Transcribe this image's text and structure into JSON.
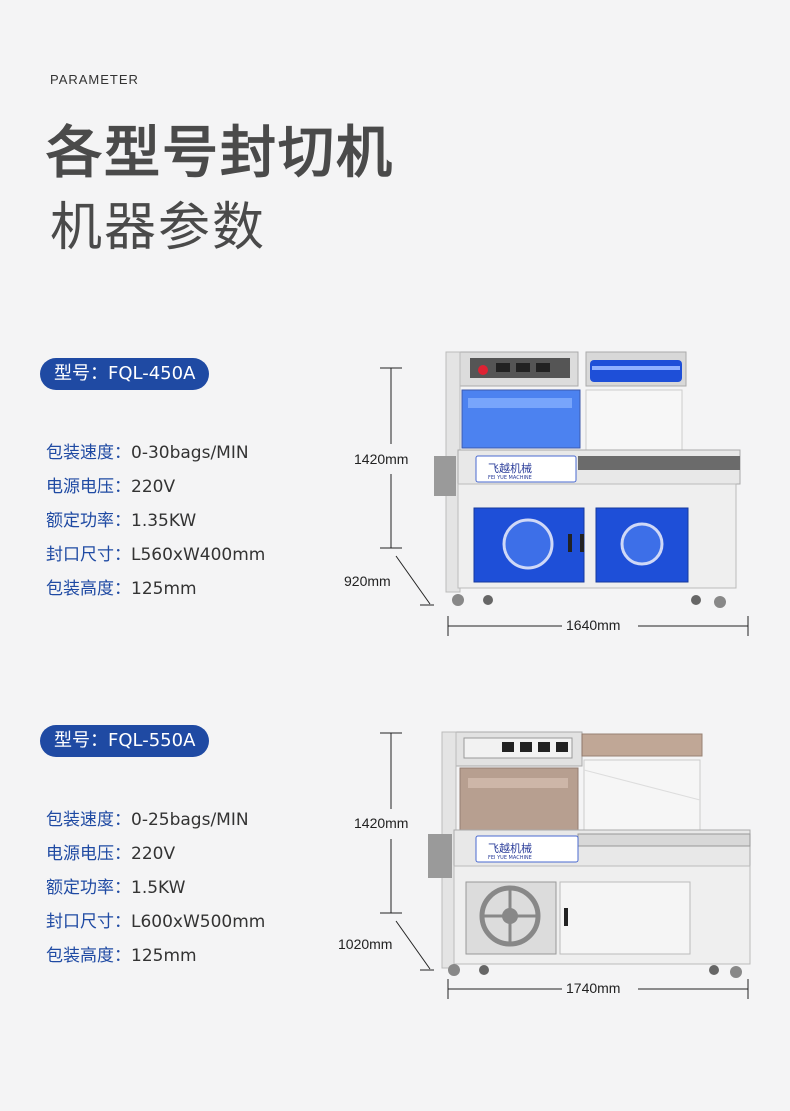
{
  "header": {
    "eyebrow": "PARAMETER",
    "title_line1": "各型号封切机",
    "title_line2": "机器参数"
  },
  "brand": {
    "logo_text": "飞越机械",
    "logo_sub": "FEI YUE MACHINE"
  },
  "models": [
    {
      "model_label": "型号：FQL-450A",
      "specs": [
        {
          "label": "包装速度：",
          "value": "0-30bags/MIN"
        },
        {
          "label": "电源电压：",
          "value": "220V"
        },
        {
          "label": "额定功率：",
          "value": "1.35KW"
        },
        {
          "label": "封口尺寸：",
          "value": "L560xW400mm"
        },
        {
          "label": "包装高度：",
          "value": "125mm"
        }
      ],
      "dims": {
        "height": "1420mm",
        "depth": "920mm",
        "width": "1640mm"
      }
    },
    {
      "model_label": "型号：FQL-550A",
      "specs": [
        {
          "label": "包装速度：",
          "value": "0-25bags/MIN"
        },
        {
          "label": "电源电压：",
          "value": "220V"
        },
        {
          "label": "额定功率：",
          "value": "1.5KW"
        },
        {
          "label": "封口尺寸：",
          "value": "L600xW500mm"
        },
        {
          "label": "包装高度：",
          "value": "125mm"
        }
      ],
      "dims": {
        "height": "1420mm",
        "depth": "1020mm",
        "width": "1740mm"
      }
    }
  ],
  "colors": {
    "accent": "#1f4aa3",
    "machine_blue": "#1e4fd8",
    "machine_body": "#ececec"
  }
}
